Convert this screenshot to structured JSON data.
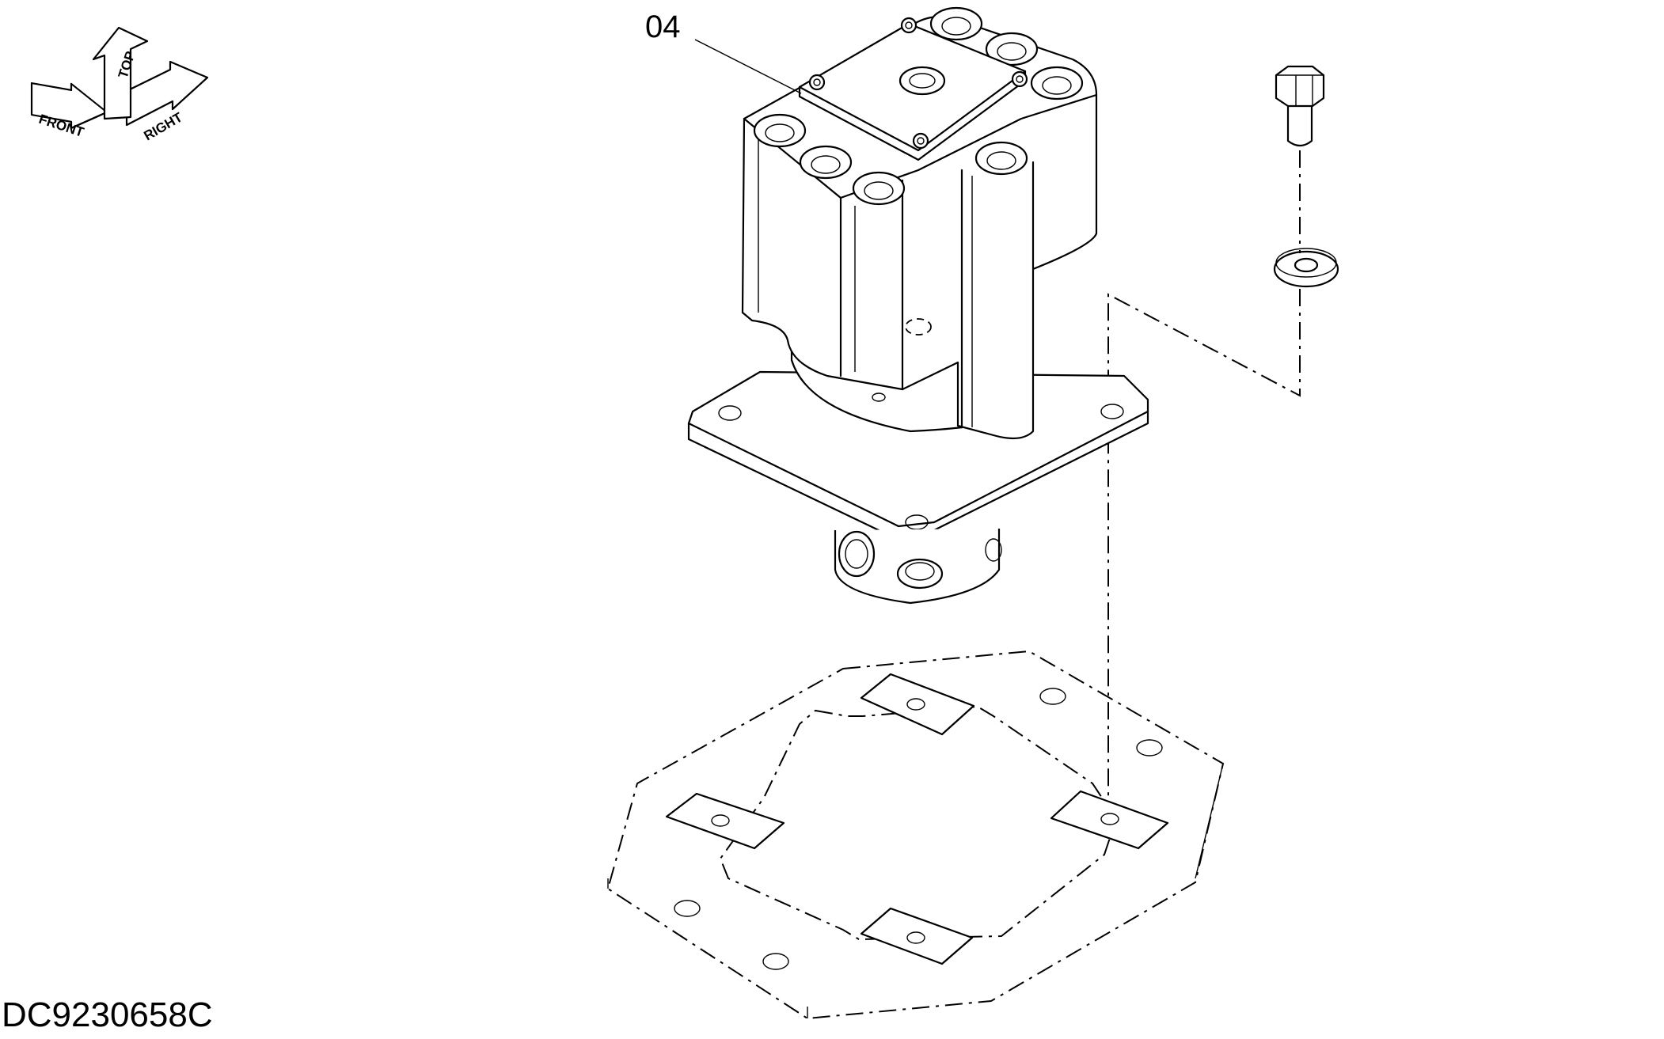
{
  "orientation_key": {
    "labels": {
      "top": "TOP",
      "front": "FRONT",
      "right": "RIGHT"
    }
  },
  "parts": [
    {
      "callout": "04"
    }
  ],
  "drawing_code": "DC9230658C"
}
